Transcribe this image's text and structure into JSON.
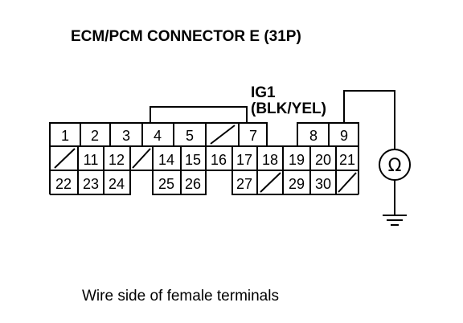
{
  "title": "ECM/PCM CONNECTOR E (31P)",
  "wire_label": {
    "line1": "IG1",
    "line2": "(BLK/YEL)"
  },
  "meter_symbol": "Ω",
  "caption": "Wire side of female terminals",
  "connector": {
    "row1": [
      "1",
      "2",
      "3",
      "4",
      "5",
      "",
      "7",
      "",
      "8",
      "9"
    ],
    "row2": [
      "",
      "11",
      "12",
      "",
      "14",
      "15",
      "16",
      "17",
      "18",
      "19",
      "20",
      "21"
    ],
    "row3": [
      "22",
      "23",
      "24",
      "",
      "25",
      "26",
      "",
      "27",
      "",
      "29",
      "30",
      ""
    ]
  },
  "colors": {
    "line": "#000000",
    "background": "#ffffff"
  }
}
